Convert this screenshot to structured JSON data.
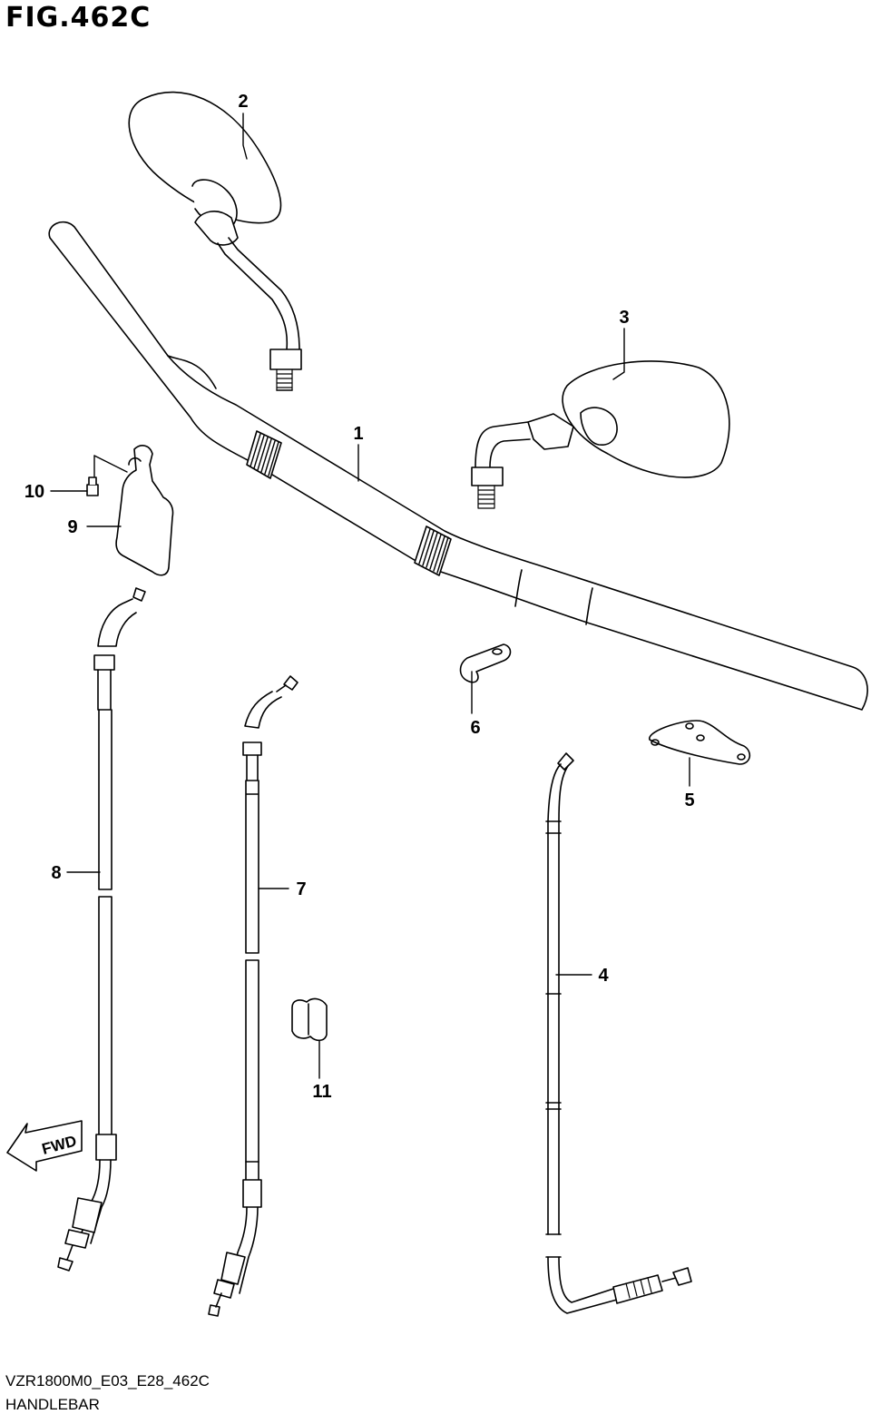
{
  "figure": {
    "title": "FIG.462C",
    "code": "VZR1800M0_E03_E28_462C",
    "name": "HANDLEBAR"
  },
  "callouts": [
    "1",
    "2",
    "3",
    "4",
    "5",
    "6",
    "7",
    "8",
    "9",
    "10",
    "11"
  ],
  "fwd_label": "FWD"
}
